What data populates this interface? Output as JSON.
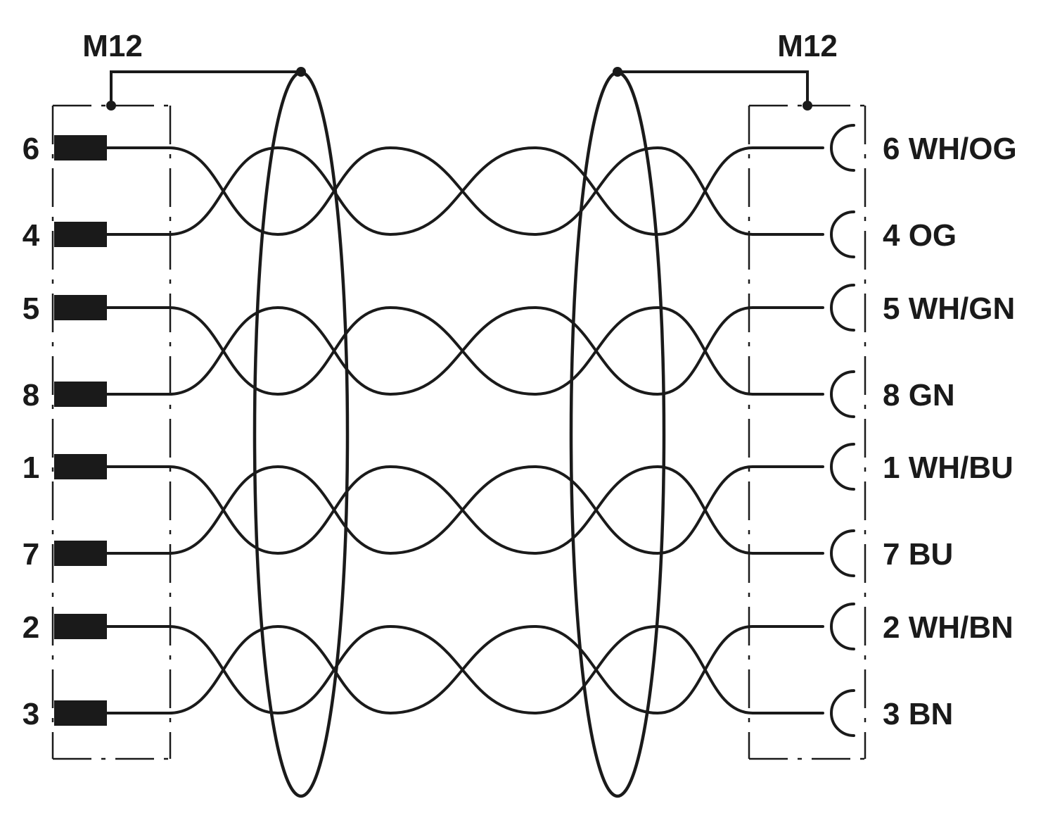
{
  "diagram": {
    "left_connector": {
      "label": "M12"
    },
    "right_connector": {
      "label": "M12"
    },
    "colors": {
      "ink": "#1a1a1a",
      "background": "#ffffff"
    },
    "left_pins": [
      "6",
      "4",
      "5",
      "8",
      "1",
      "7",
      "2",
      "3"
    ],
    "right_pins": [
      "6 WH/OG",
      "4 OG",
      "5 WH/GN",
      "8 GN",
      "1 WH/BU",
      "7 BU",
      "2 WH/BN",
      "3 BN"
    ],
    "pairs": [
      {
        "pins": [
          "6",
          "4"
        ]
      },
      {
        "pins": [
          "5",
          "8"
        ]
      },
      {
        "pins": [
          "1",
          "7"
        ]
      },
      {
        "pins": [
          "2",
          "3"
        ]
      }
    ],
    "icons": {
      "left_pin": "male-pin-block-icon",
      "right_pin": "female-socket-icon",
      "shield": "cable-shield-icon"
    }
  }
}
